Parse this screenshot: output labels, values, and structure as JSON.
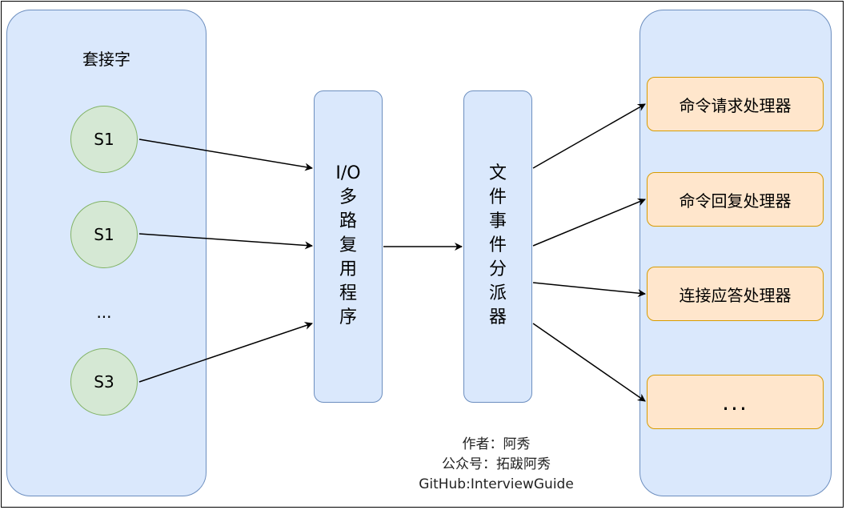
{
  "left": {
    "title": "套接字",
    "sockets": [
      "S1",
      "S1",
      "S3"
    ],
    "ellipsis": "..."
  },
  "multiplexer": {
    "label": [
      "I/O",
      "多",
      "路",
      "复",
      "用",
      "程",
      "序"
    ]
  },
  "dispatcher": {
    "label": [
      "文",
      "件",
      "事",
      "件",
      "分",
      "派",
      "器"
    ]
  },
  "handlers": [
    "命令请求处理器",
    "命令回复处理器",
    "连接应答处理器",
    "..."
  ],
  "credit": {
    "author": "作者：阿秀",
    "account": "公众号：拓跋阿秀",
    "github": "GitHub:InterviewGuide"
  },
  "colors": {
    "panel_fill": "#dae8fc",
    "panel_stroke": "#6c8ebf",
    "socket_fill": "#d5e8d4",
    "socket_stroke": "#82b366",
    "handler_fill": "#ffe6cc",
    "handler_stroke": "#d79b00"
  }
}
